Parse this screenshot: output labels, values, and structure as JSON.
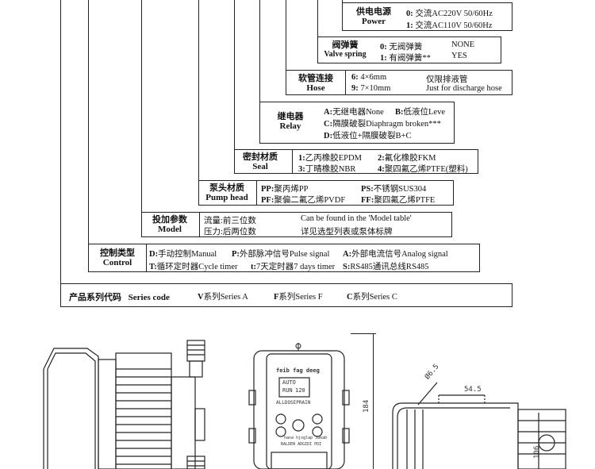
{
  "power": {
    "label_cn": "供电电源",
    "label_en": "Power",
    "opt0_code": "0:",
    "opt0_text": "交流AC220V 50/60Hz",
    "opt1_code": "1:",
    "opt1_text": "交流AC110V 50/60Hz"
  },
  "valve": {
    "label_cn": "阀弹簧",
    "label_en": "Valve spring",
    "opt0_code": "0:",
    "opt0_text": "无阀弹簧",
    "opt0_en": "NONE",
    "opt1_code": "1:",
    "opt1_text": "有阀弹簧**",
    "opt1_en": "YES"
  },
  "hose": {
    "label_cn": "软管连接",
    "label_en": "Hose",
    "opt0_code": "6:",
    "opt0_text": "4×6mm",
    "opt0_note": "仅限排液管",
    "opt1_code": "9:",
    "opt1_text": "7×10mm",
    "opt1_note": "Just for discharge hose"
  },
  "relay": {
    "label_cn": "继电器",
    "label_en": "Relay",
    "a_code": "A:",
    "a_text": "无继电器None",
    "b_code": "B:",
    "b_text": "低液位Leve",
    "c_code": "C:",
    "c_text": "隔膜破裂Diaphragm broken***",
    "d_code": "D:",
    "d_text": "低液位+隔膜破裂B+C"
  },
  "seal": {
    "label_cn": "密封材质",
    "label_en": "Seal",
    "o1_code": "1:",
    "o1_text": "乙丙橡胶EPDM",
    "o2_code": "2:",
    "o2_text": "氟化橡胶FKM",
    "o3_code": "3:",
    "o3_text": "丁晴橡胶NBR",
    "o4_code": "4:",
    "o4_text": "聚四氟乙烯PTFE(塑料)"
  },
  "pumphead": {
    "label_cn": "泵头材质",
    "label_en": "Pump head",
    "pp_code": "PP:",
    "pp_text": "聚丙烯PP",
    "ps_code": "PS:",
    "ps_text": "不锈钢SUS304",
    "pf_code": "PF:",
    "pf_text": "聚偏二氟乙烯PVDF",
    "ff_code": "FF:",
    "ff_text": "聚四氟乙烯PTFE"
  },
  "model": {
    "label_cn": "投加参数",
    "label_en": "Model",
    "row1_cn": "流量:前三位数",
    "row1_en": "Can be found in the 'Model table'",
    "row2_cn": "压力:后两位数",
    "row2_en": "详见选型列表或泵体标牌"
  },
  "control": {
    "label_cn": "控制类型",
    "label_en": "Control",
    "d_code": "D:",
    "d_text": "手动控制Manual",
    "p_code": "P:",
    "p_text": "外部脉冲信号Pulse signal",
    "a_code": "A:",
    "a_text": "外部电流信号Analog signal",
    "t_code": "T:",
    "t_text": "循环定时器Cycle timer",
    "t7_code": "t:",
    "t7_text": "7天定时器7 days timer",
    "s_code": "S:",
    "s_text": "RS485通讯总线RS485"
  },
  "series": {
    "label_cn": "产品系列代码",
    "label_en": "Series code",
    "v_code": "V",
    "v_text": "系列Series A",
    "f_code": "F",
    "f_text": "系列Series F",
    "c_code": "C",
    "c_text": "系列Series C"
  },
  "drawings": {
    "front_brand": "feib fag deeg",
    "front_auto": "AUTO",
    "front_run": "RUN",
    "front_value": "120",
    "front_logo": "ALLDOSEPRAIN",
    "front_small1": "hana hjoglap Jakab",
    "front_small2": "BALDEN  ADGIDI  PDI",
    "dim_height": "184",
    "dim_dia": "Ø6.5",
    "dim_width": "54.5",
    "dim_side": "106"
  }
}
